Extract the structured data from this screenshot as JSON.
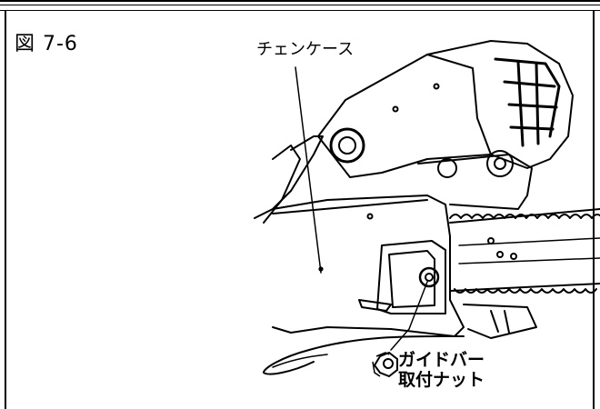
{
  "figure": {
    "label": "図 7-6",
    "callouts": {
      "chain_case": "チェンケース",
      "guide_bar_nut_line1": "ガイドバー",
      "guide_bar_nut_line2": "取付ナット"
    }
  },
  "colors": {
    "ink": "#000000",
    "background": "#ffffff"
  },
  "icons": [
    "nut-icon"
  ]
}
